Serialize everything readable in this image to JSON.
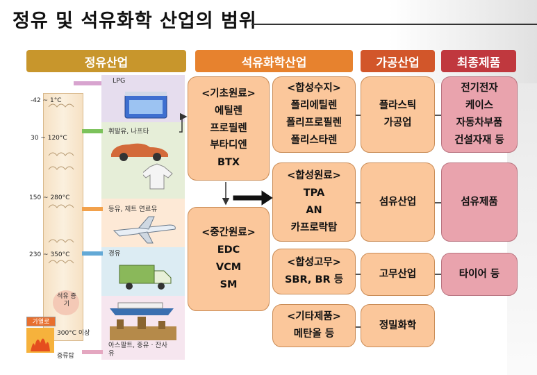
{
  "title": "정유 및 석유화학 산업의 범위",
  "headers": {
    "refining": "정유산업",
    "petrochem": "석유화학산업",
    "processing": "가공산업",
    "final": "최종제품"
  },
  "colors": {
    "refining_header": "#c8962c",
    "petrochem_header": "#e7822e",
    "processing_header": "#d2562a",
    "final_header": "#c0383e",
    "box_orange": "#fbc79b",
    "box_pink": "#e9a3ad"
  },
  "refinery": {
    "products": [
      "LPG",
      "휘발유, 나프타",
      "등유, 제트 연료유",
      "경유",
      "아스팔트, 중유 · 잔사유"
    ],
    "temps": [
      "-42 ~ 1°C",
      "30 ~ 120°C",
      "150 ~ 280°C",
      "230 ~ 350°C",
      "300°C 이상"
    ],
    "steam_label": "석유 증기",
    "heater_label": "가열로",
    "tower_label": "증류탑",
    "icons": [
      "stove-icon",
      "car-icon",
      "shirt-icon",
      "airplane-icon",
      "truck-icon",
      "ship-icon",
      "factory-icon"
    ]
  },
  "basic": {
    "title": "<기초원료>",
    "items": [
      "에틸렌",
      "프로필렌",
      "부타디엔",
      "BTX"
    ]
  },
  "intermediate": {
    "title": "<중간원료>",
    "items": [
      "EDC",
      "VCM",
      "SM"
    ]
  },
  "resin": {
    "title": "<합성수지>",
    "items": [
      "폴리에틸렌",
      "폴리프로필렌",
      "폴리스타렌"
    ]
  },
  "fiber_mat": {
    "title": "<합성원료>",
    "items": [
      "TPA",
      "AN",
      "카프로락탐"
    ]
  },
  "rubber": {
    "title": "<합성고무>",
    "items": [
      "SBR, BR 등"
    ]
  },
  "other": {
    "title": "<기타제품>",
    "items": [
      "메탄올 등"
    ]
  },
  "processing": {
    "plastic": [
      "플라스틱",
      "가공업"
    ],
    "fiber": "섬유산업",
    "rubber": "고무산업",
    "fine": "정밀화학"
  },
  "final": {
    "electronics": [
      "전기전자",
      "케이스",
      "자동차부품",
      "건설자재 등"
    ],
    "fiber": "섬유제품",
    "tire": "타이어 등"
  }
}
